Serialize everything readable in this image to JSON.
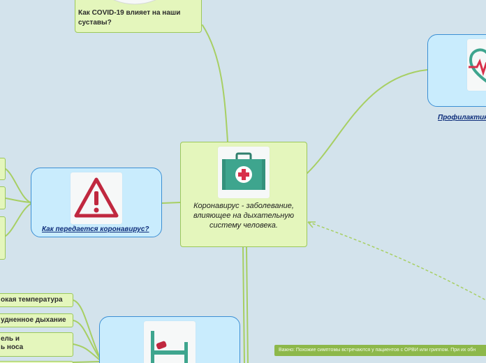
{
  "central": {
    "text": "Коронавирус - заболевание, влияющее на дыхательную систему человека.",
    "icon": "first-aid-kit-icon"
  },
  "top_topic": {
    "text": "Как COVID-19 влияет на наши суставы?"
  },
  "transmission": {
    "label": "Как передается коронавирус?",
    "icon": "warning-triangle-icon"
  },
  "prevention": {
    "label": "Профилактика",
    "icon": "heart-pulse-icon"
  },
  "symptoms": {
    "icon": "hospital-bed-icon",
    "leaves": [
      "окая температура",
      "удненное дыхание",
      "ель и\nь носа"
    ]
  },
  "note": {
    "text": "Важно: Похожие симптомы встречаются у пациентов с ОРВИ или гриппом. При их обн"
  },
  "colors": {
    "background": "#d3e3ec",
    "green_node": "#e4f6bc",
    "blue_node": "#c9ecfd",
    "connector": "#9cc85a",
    "kit": "#3ea58e",
    "warning": "#c0283f"
  }
}
